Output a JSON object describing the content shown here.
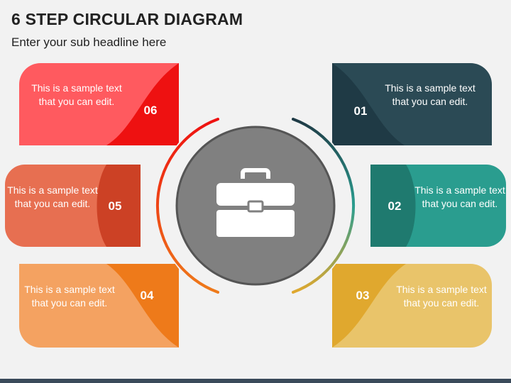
{
  "header": {
    "title": "6 STEP CIRCULAR DIAGRAM",
    "subtitle": "Enter your sub headline here"
  },
  "center": {
    "icon": "briefcase-icon",
    "color": "#808080"
  },
  "steps": [
    {
      "number": "01",
      "text": "This is a sample text that you can edit.",
      "color": "#2b4a55",
      "accent": "#1f3a45"
    },
    {
      "number": "02",
      "text": "This is a sample text that you can edit.",
      "color": "#2a9d8f",
      "accent": "#1f7a6f"
    },
    {
      "number": "03",
      "text": "This is a sample text that you can edit.",
      "color": "#e9c46a",
      "accent": "#e0a82e"
    },
    {
      "number": "04",
      "text": "This is a sample text that you can edit.",
      "color": "#f4a261",
      "accent": "#ee7a1a"
    },
    {
      "number": "05",
      "text": "This is a sample text that you can edit.",
      "color": "#e76f51",
      "accent": "#cc4125"
    },
    {
      "number": "06",
      "text": "This is a sample text that you can edit.",
      "color": "#ff5a5f",
      "accent": "#ee1111"
    }
  ]
}
